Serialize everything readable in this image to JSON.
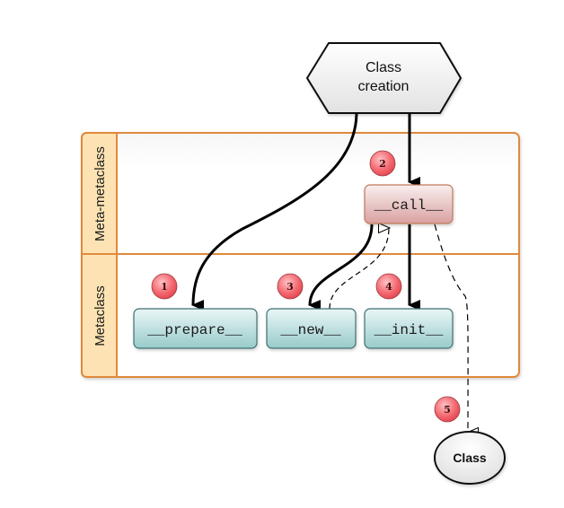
{
  "diagram": {
    "title_node": {
      "line1": "Class",
      "line2": "creation"
    },
    "lanes": [
      {
        "id": "meta-metaclass",
        "label": "Meta-metaclass"
      },
      {
        "id": "metaclass",
        "label": "Metaclass"
      }
    ],
    "nodes": {
      "call": {
        "label": "__call__",
        "lane": "Meta-metaclass"
      },
      "prepare": {
        "label": "__prepare__",
        "lane": "Metaclass"
      },
      "new": {
        "label": "__new__",
        "lane": "Metaclass"
      },
      "init": {
        "label": "__init__",
        "lane": "Metaclass"
      },
      "result": {
        "label": "Class"
      }
    },
    "badges": [
      "1",
      "2",
      "3",
      "4",
      "5"
    ],
    "edges": [
      {
        "from": "Class creation",
        "to": "__prepare__",
        "style": "solid",
        "step": "1"
      },
      {
        "from": "Class creation",
        "to": "__call__",
        "style": "solid",
        "step": "2"
      },
      {
        "from": "__call__",
        "to": "__new__",
        "style": "solid",
        "step": "3"
      },
      {
        "from": "__new__",
        "to": "__call__",
        "style": "dashed"
      },
      {
        "from": "__call__",
        "to": "__init__",
        "style": "solid",
        "step": "4"
      },
      {
        "from": "__call__",
        "to": "Class",
        "style": "dashed",
        "step": "5"
      }
    ],
    "colors": {
      "lane_border": "#e08a3c",
      "lane_header": "#fde3b3",
      "call_fill_top": "#f6ecea",
      "call_fill_bottom": "#dba3a3",
      "teal_fill_top": "#e8f4f4",
      "teal_fill_bottom": "#9ccccb",
      "badge_fill": "#f05a64"
    }
  }
}
